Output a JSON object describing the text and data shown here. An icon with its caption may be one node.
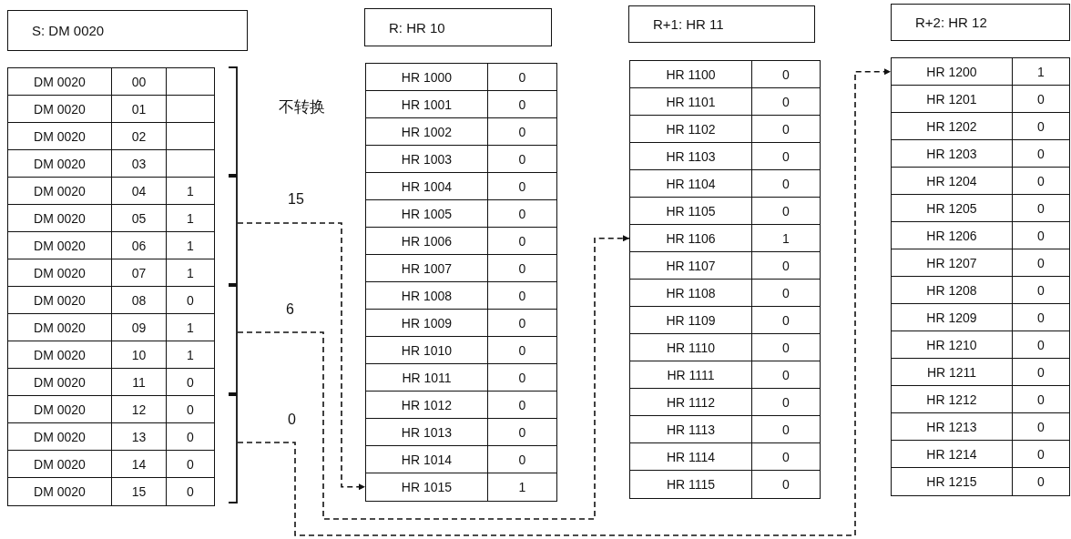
{
  "diagram": {
    "nodes": [
      {
        "text": [
          "S: DM 0020"
        ]
      },
      {
        "text": [
          "DM 0020",
          "00"
        ]
      },
      {
        "text": [
          "DM 0020",
          "01"
        ]
      },
      {
        "text": [
          "DM 0020",
          "02"
        ]
      },
      {
        "text": [
          "DM 0020",
          "03"
        ]
      },
      {
        "text": [
          "DM 0020",
          "04",
          "1"
        ]
      },
      {
        "text": [
          "DM 0020",
          "05",
          "1"
        ]
      },
      {
        "text": [
          "DM 0020",
          "06",
          "1"
        ]
      },
      {
        "text": [
          "DM 0020",
          "07",
          "1"
        ]
      },
      {
        "text": [
          "DM 0020",
          "08",
          "0"
        ]
      },
      {
        "text": [
          "DM 0020",
          "09",
          "1"
        ]
      },
      {
        "text": [
          "DM 0020",
          "10",
          "1"
        ]
      },
      {
        "text": [
          "DM 0020",
          "11",
          "0"
        ]
      },
      {
        "text": [
          "DM 0020",
          "12",
          "0"
        ]
      },
      {
        "text": [
          "DM 0020",
          "13",
          "0"
        ]
      },
      {
        "text": [
          "DM 0020",
          "14",
          "0"
        ]
      },
      {
        "text": [
          "DM 0020",
          "15",
          "0"
        ]
      },
      {
        "text": [],
        "shape": "bracket",
        "beside": [
          "不转换"
        ]
      },
      {
        "text": [],
        "shape": "bracket"
      },
      {
        "text": [],
        "shape": "bracket"
      },
      {
        "text": [],
        "shape": "bracket"
      },
      {
        "text": [
          "R: HR 10"
        ]
      },
      {
        "text": [
          "HR 1000",
          "0"
        ]
      },
      {
        "text": [
          "HR 1001",
          "0"
        ]
      },
      {
        "text": [
          "HR 1002",
          "0"
        ]
      },
      {
        "text": [
          "HR 1003",
          "0"
        ]
      },
      {
        "text": [
          "HR 1004",
          "0"
        ]
      },
      {
        "text": [
          "HR 1005",
          "0"
        ]
      },
      {
        "text": [
          "HR 1006",
          "0"
        ]
      },
      {
        "text": [
          "HR 1007",
          "0"
        ]
      },
      {
        "text": [
          "HR 1008",
          "0"
        ]
      },
      {
        "text": [
          "HR 1009",
          "0"
        ]
      },
      {
        "text": [
          "HR 1010",
          "0"
        ]
      },
      {
        "text": [
          "HR 1011",
          "0"
        ]
      },
      {
        "text": [
          "HR 1012",
          "0"
        ]
      },
      {
        "text": [
          "HR 1013",
          "0"
        ]
      },
      {
        "text": [
          "HR 1014",
          "0"
        ]
      },
      {
        "text": [
          "HR 1015",
          "1"
        ]
      },
      {
        "text": [
          "R+1: HR 11"
        ]
      },
      {
        "text": [
          "HR 1100",
          "0"
        ]
      },
      {
        "text": [
          "HR 1101",
          "0"
        ]
      },
      {
        "text": [
          "HR 1102",
          "0"
        ]
      },
      {
        "text": [
          "HR 1103",
          "0"
        ]
      },
      {
        "text": [
          "HR 1104",
          "0"
        ]
      },
      {
        "text": [
          "HR 1105",
          "0"
        ]
      },
      {
        "text": [
          "HR 1106",
          "1"
        ]
      },
      {
        "text": [
          "HR 1107",
          "0"
        ]
      },
      {
        "text": [
          "HR 1108",
          "0"
        ]
      },
      {
        "text": [
          "HR 1109",
          "0"
        ]
      },
      {
        "text": [
          "HR 1110",
          "0"
        ]
      },
      {
        "text": [
          "HR 1111",
          "0"
        ]
      },
      {
        "text": [
          "HR 1112",
          "0"
        ]
      },
      {
        "text": [
          "HR 1113",
          "0"
        ]
      },
      {
        "text": [
          "HR 1114",
          "0"
        ]
      },
      {
        "text": [
          "HR 1115",
          "0"
        ]
      },
      {
        "text": [
          "R+2: HR 12"
        ]
      },
      {
        "text": [
          "HR 1200",
          "1"
        ]
      },
      {
        "text": [
          "HR 1201",
          "0"
        ]
      },
      {
        "text": [
          "HR 1202",
          "0"
        ]
      },
      {
        "text": [
          "HR 1203",
          "0"
        ]
      },
      {
        "text": [
          "HR 1204",
          "0"
        ]
      },
      {
        "text": [
          "HR 1205",
          "0"
        ]
      },
      {
        "text": [
          "HR 1206",
          "0"
        ]
      },
      {
        "text": [
          "HR 1207",
          "0"
        ]
      },
      {
        "text": [
          "HR 1208",
          "0"
        ]
      },
      {
        "text": [
          "HR 1209",
          "0"
        ]
      },
      {
        "text": [
          "HR 1210",
          "0"
        ]
      },
      {
        "text": [
          "HR 1211",
          "0"
        ]
      },
      {
        "text": [
          "HR 1212",
          "0"
        ]
      },
      {
        "text": [
          "HR 1213",
          "0"
        ]
      },
      {
        "text": [
          "HR 1214",
          "0"
        ]
      },
      {
        "text": [
          "HR 1215",
          "0"
        ]
      }
    ],
    "edges": [
      {
        "from": 18,
        "to": 37,
        "arrow": "to",
        "style": "dashed",
        "label": "15"
      },
      {
        "from": 19,
        "to": 45,
        "arrow": "to",
        "style": "dashed",
        "label": "6"
      },
      {
        "from": 20,
        "to": 56,
        "arrow": "to",
        "style": "dashed",
        "label": "0"
      }
    ]
  }
}
